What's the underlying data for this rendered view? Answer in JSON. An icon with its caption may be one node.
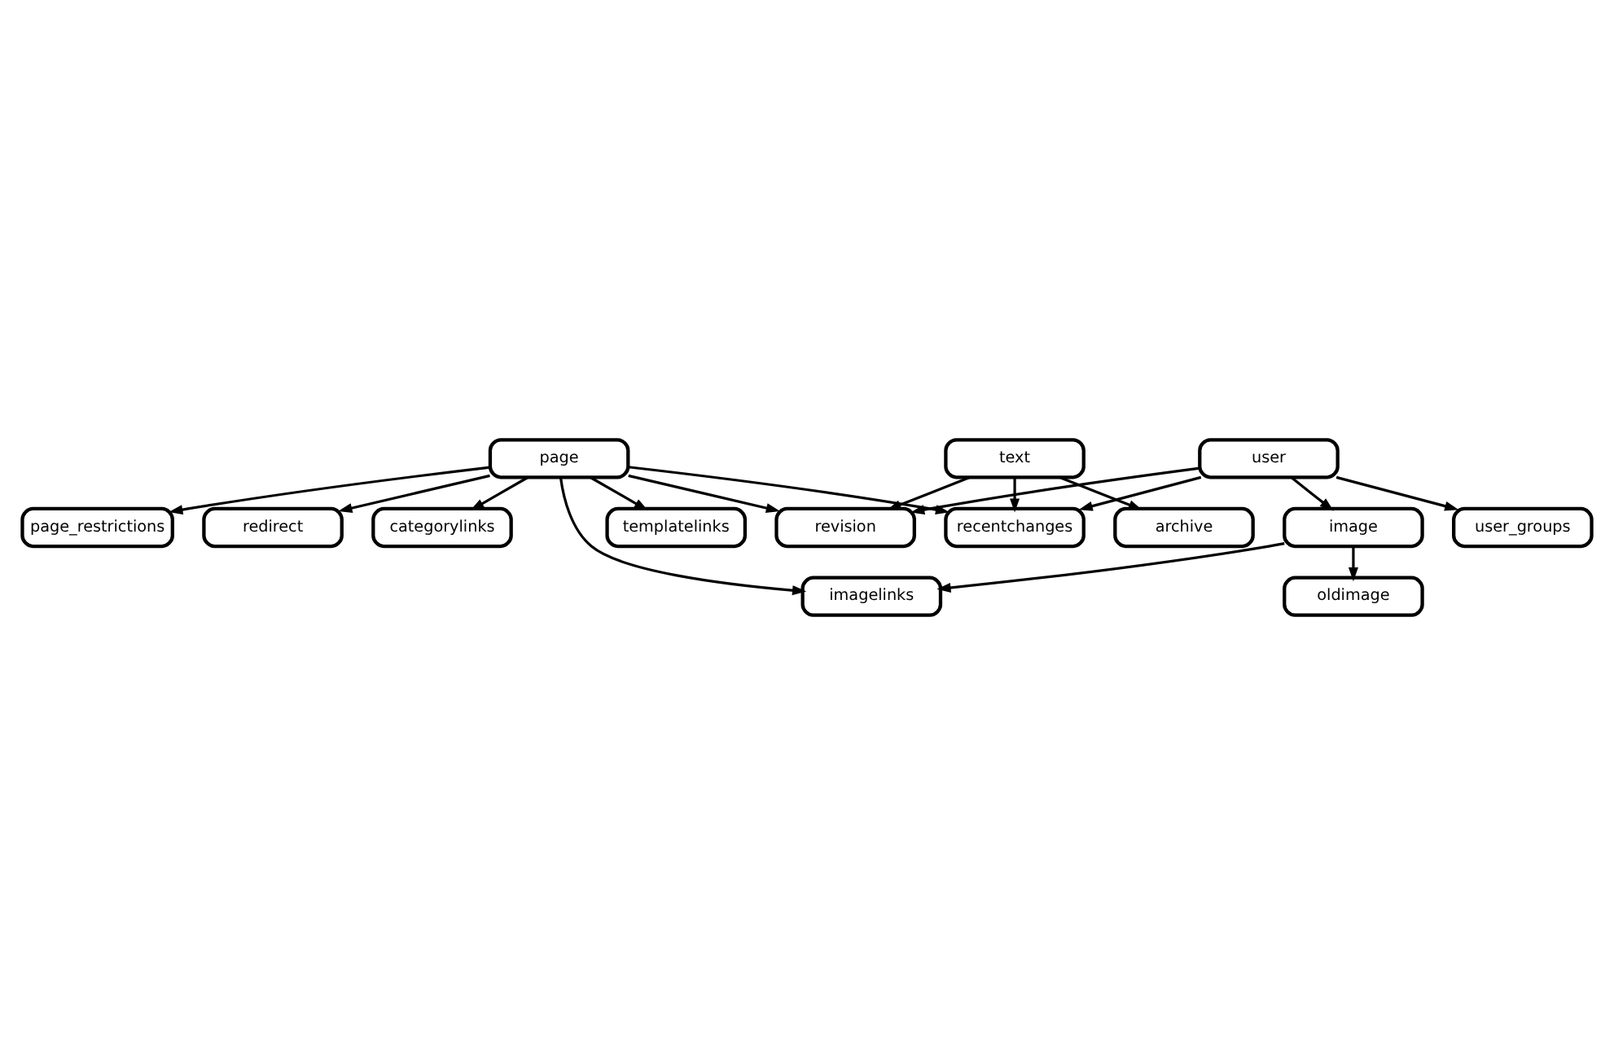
{
  "diagram": {
    "nodes": [
      {
        "text": [
          "page_restrictions"
        ]
      },
      {
        "text": [
          "revision"
        ]
      },
      {
        "text": [
          "page"
        ]
      },
      {
        "text": [
          "recentchanges"
        ]
      },
      {
        "text": [
          "text"
        ]
      },
      {
        "text": [
          "redirect"
        ]
      },
      {
        "text": [
          "archive"
        ]
      },
      {
        "text": [
          "categorylinks"
        ]
      },
      {
        "text": [
          "imagelinks"
        ]
      },
      {
        "text": [
          "user"
        ]
      },
      {
        "text": [
          "templatelinks"
        ]
      },
      {
        "text": [
          "image"
        ]
      },
      {
        "text": [
          "user_groups"
        ]
      },
      {
        "text": [
          "oldimage"
        ]
      }
    ],
    "edges": [
      {
        "from": 2,
        "to": 0,
        "arrow": "to"
      },
      {
        "from": 2,
        "to": 5,
        "arrow": "to"
      },
      {
        "from": 2,
        "to": 7,
        "arrow": "to"
      },
      {
        "from": 2,
        "to": 10,
        "arrow": "to"
      },
      {
        "from": 2,
        "to": 1,
        "arrow": "to"
      },
      {
        "from": 2,
        "to": 3,
        "arrow": "to"
      },
      {
        "from": 2,
        "to": 8,
        "arrow": "to"
      },
      {
        "from": 4,
        "to": 1,
        "arrow": "to"
      },
      {
        "from": 4,
        "to": 3,
        "arrow": "to"
      },
      {
        "from": 4,
        "to": 6,
        "arrow": "to"
      },
      {
        "from": 9,
        "to": 3,
        "arrow": "to"
      },
      {
        "from": 9,
        "to": 1,
        "arrow": "to"
      },
      {
        "from": 9,
        "to": 11,
        "arrow": "to"
      },
      {
        "from": 9,
        "to": 12,
        "arrow": "to"
      },
      {
        "from": 11,
        "to": 8,
        "arrow": "to"
      },
      {
        "from": 11,
        "to": 13,
        "arrow": "to"
      }
    ]
  }
}
